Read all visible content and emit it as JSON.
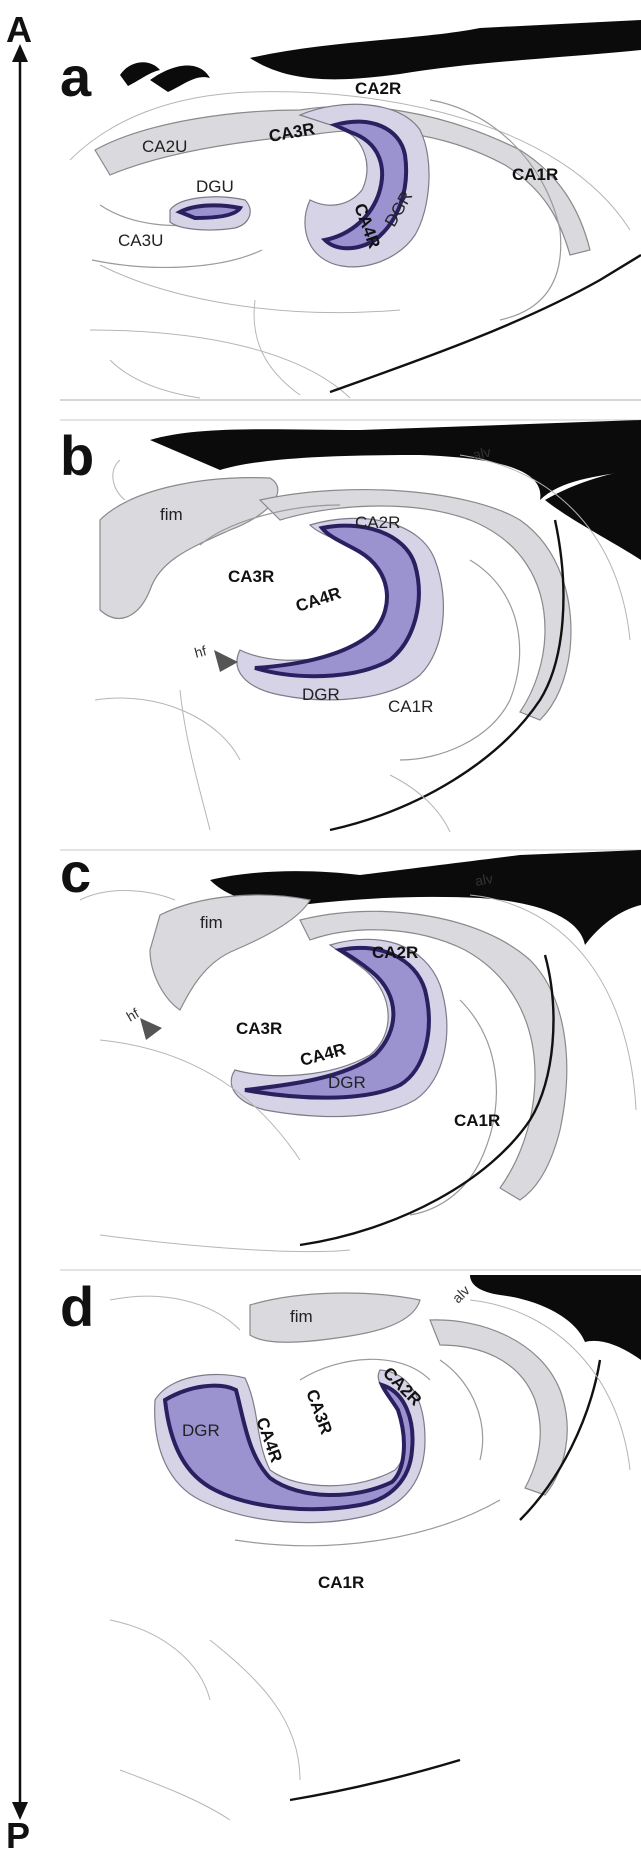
{
  "axis": {
    "top": "A",
    "bottom": "P"
  },
  "panels": {
    "a": {
      "label": "a",
      "regions": {
        "ca2u": "CA2U",
        "ca2r": "CA2R",
        "ca3r": "CA3R",
        "ca1r": "CA1R",
        "dgu": "DGU",
        "ca4r": "CA4R",
        "dgr": "DGR",
        "ca3u": "CA3U"
      }
    },
    "b": {
      "label": "b",
      "regions": {
        "alv": "alv",
        "fim": "fim",
        "ca2r": "CA2R",
        "ca3r": "CA3R",
        "ca4r": "CA4R",
        "hf": "hf",
        "dgr": "DGR",
        "ca1r": "CA1R"
      }
    },
    "c": {
      "label": "c",
      "regions": {
        "alv": "alv",
        "fim": "fim",
        "ca2r": "CA2R",
        "ca3r": "CA3R",
        "hf": "hf",
        "ca4r": "CA4R",
        "dgr": "DGR",
        "ca1r": "CA1R"
      }
    },
    "d": {
      "label": "d",
      "regions": {
        "fim": "fim",
        "alv": "alv",
        "ca2r": "CA2R",
        "ca3r": "CA3R",
        "dgr": "DGR",
        "ca4r": "CA4R",
        "ca1r": "CA1R"
      }
    }
  },
  "colors": {
    "dentate_gyrus": "#9b93d0",
    "hippocampal_field": "#d6d3e6",
    "outline": "#111111"
  }
}
